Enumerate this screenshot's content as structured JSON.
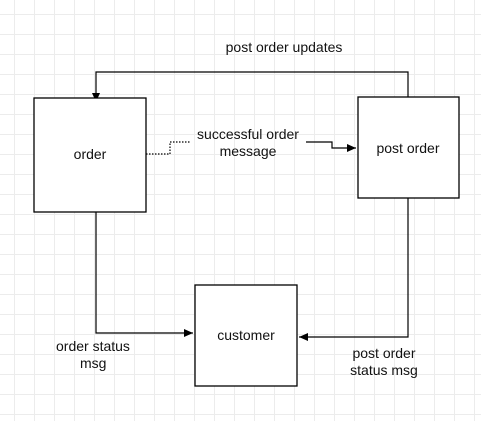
{
  "nodes": {
    "order": {
      "label": "order"
    },
    "post_order": {
      "label": "post order"
    },
    "customer": {
      "label": "customer"
    }
  },
  "edges": {
    "post_order_updates": {
      "label": "post order updates"
    },
    "successful_order": {
      "line1": "successful order",
      "line2": "message"
    },
    "order_status": {
      "line1": "order status",
      "line2": "msg"
    },
    "post_order_status": {
      "line1": "post order",
      "line2": "status msg"
    }
  }
}
